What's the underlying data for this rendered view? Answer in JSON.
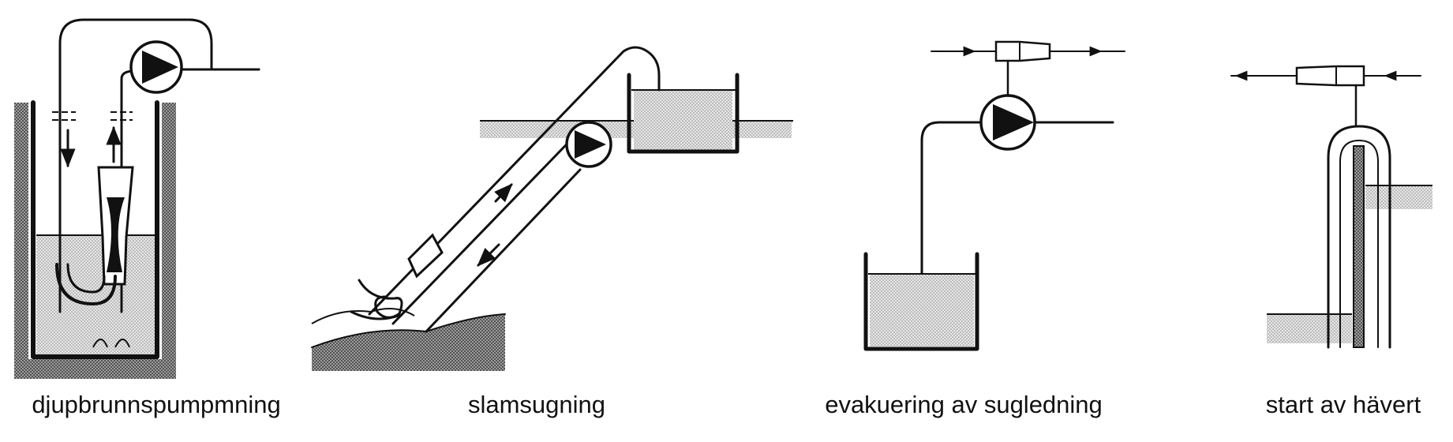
{
  "captions": {
    "deep_well": "djupbrunnspumpmning",
    "sludge": "slamsugning",
    "evacuation": "evakuering av sugledning",
    "siphon": "start av hävert"
  },
  "icons": {
    "pump": "pump-icon",
    "ejector": "ejector-icon"
  },
  "colors": {
    "ink": "#111111",
    "water_fill": "#d9d9d9",
    "soil_fill": "#7a7a7a"
  }
}
